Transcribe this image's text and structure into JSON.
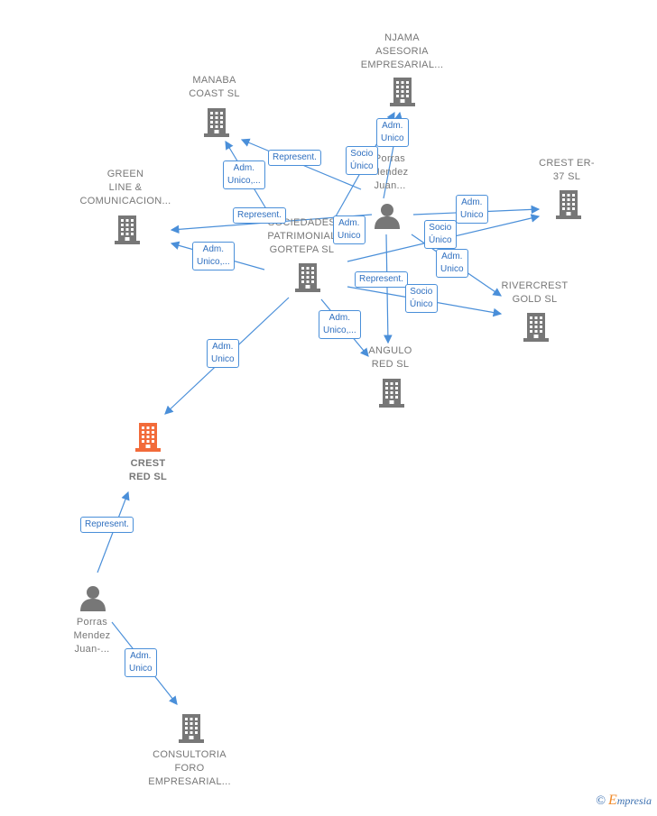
{
  "nodes": {
    "njama": "NJAMA\nASESORIA\nEMPRESARIAL...",
    "manaba": "MANABA\nCOAST  SL",
    "green": "GREEN\nLINE &\nCOMUNICACION...",
    "sociedad": "SOCIEDADES\nPATRIMONIAL\nGORTEPA SL",
    "porras_top": "Porras\nMendez\nJuan...",
    "crest_er": "CREST ER-\n37  SL",
    "rivercrest": "RIVERCREST\nGOLD  SL",
    "angulo": "ANGULO\nRED  SL",
    "crest_red": "CREST\nRED  SL",
    "porras_bottom": "Porras\nMendez\nJuan-...",
    "consultoria": "CONSULTORIA\nFORO\nEMPRESARIAL..."
  },
  "edge_labels": {
    "adm_unico": "Adm.\nUnico",
    "adm_unico_etc": "Adm.\nUnico,...",
    "represent": "Represent.",
    "socio_unico": "Socio\nÚnico"
  },
  "colors": {
    "edge": "#4a8fd9",
    "company": "#777777",
    "highlight": "#f26b3a",
    "person": "#777777"
  },
  "footer": {
    "copyright": "©",
    "brand_initial": "E",
    "brand_rest": "mpresia"
  }
}
